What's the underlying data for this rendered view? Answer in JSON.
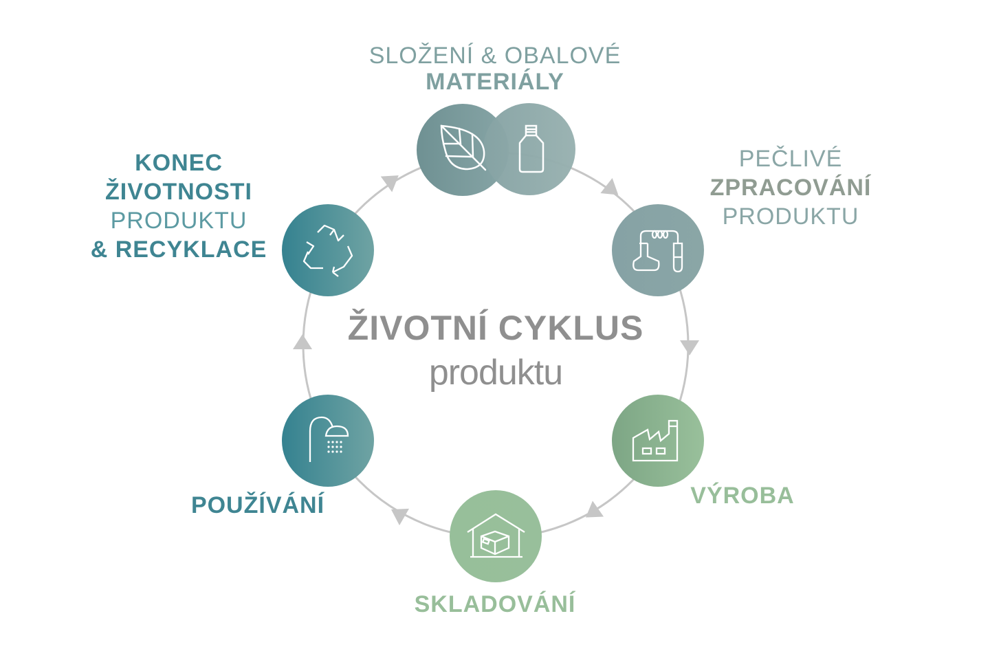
{
  "title": {
    "main": "ŽIVOTNÍ CYKLUS",
    "sub": "produktu"
  },
  "stages": [
    {
      "id": "materials",
      "line1": "SLOŽENÍ & OBALOVÉ",
      "line2": "MATERIÁLY",
      "icons": [
        "leaf-icon",
        "bottle-icon"
      ],
      "color": "#7fa0a0"
    },
    {
      "id": "processing",
      "line1": "PEČLIVÉ",
      "line2": "ZPRACOVÁNÍ",
      "line3": "PRODUKTU",
      "icons": [
        "lab-equipment-icon"
      ],
      "color": "#86a4a6"
    },
    {
      "id": "production",
      "line1": "VÝROBA",
      "icons": [
        "factory-icon"
      ],
      "color": "#98be9a"
    },
    {
      "id": "storage",
      "line1": "SKLADOVÁNÍ",
      "icons": [
        "warehouse-icon"
      ],
      "color": "#98be9a"
    },
    {
      "id": "usage",
      "line1": "POUŽÍVÁNÍ",
      "icons": [
        "shower-icon"
      ],
      "color": "#3f8592"
    },
    {
      "id": "end_of_life",
      "line1": "KONEC",
      "line2": "ŽIVOTNOSTI",
      "line3": "PRODUKTU",
      "line4": "& RECYKLACE",
      "icons": [
        "recycle-icon"
      ],
      "color": "#3f8592"
    }
  ],
  "colors": {
    "ring": "#c6c6c6",
    "title": "#8f8f8f",
    "teal": "#3f8592",
    "green": "#98be9a",
    "gray_teal": "#7fa0a0"
  }
}
